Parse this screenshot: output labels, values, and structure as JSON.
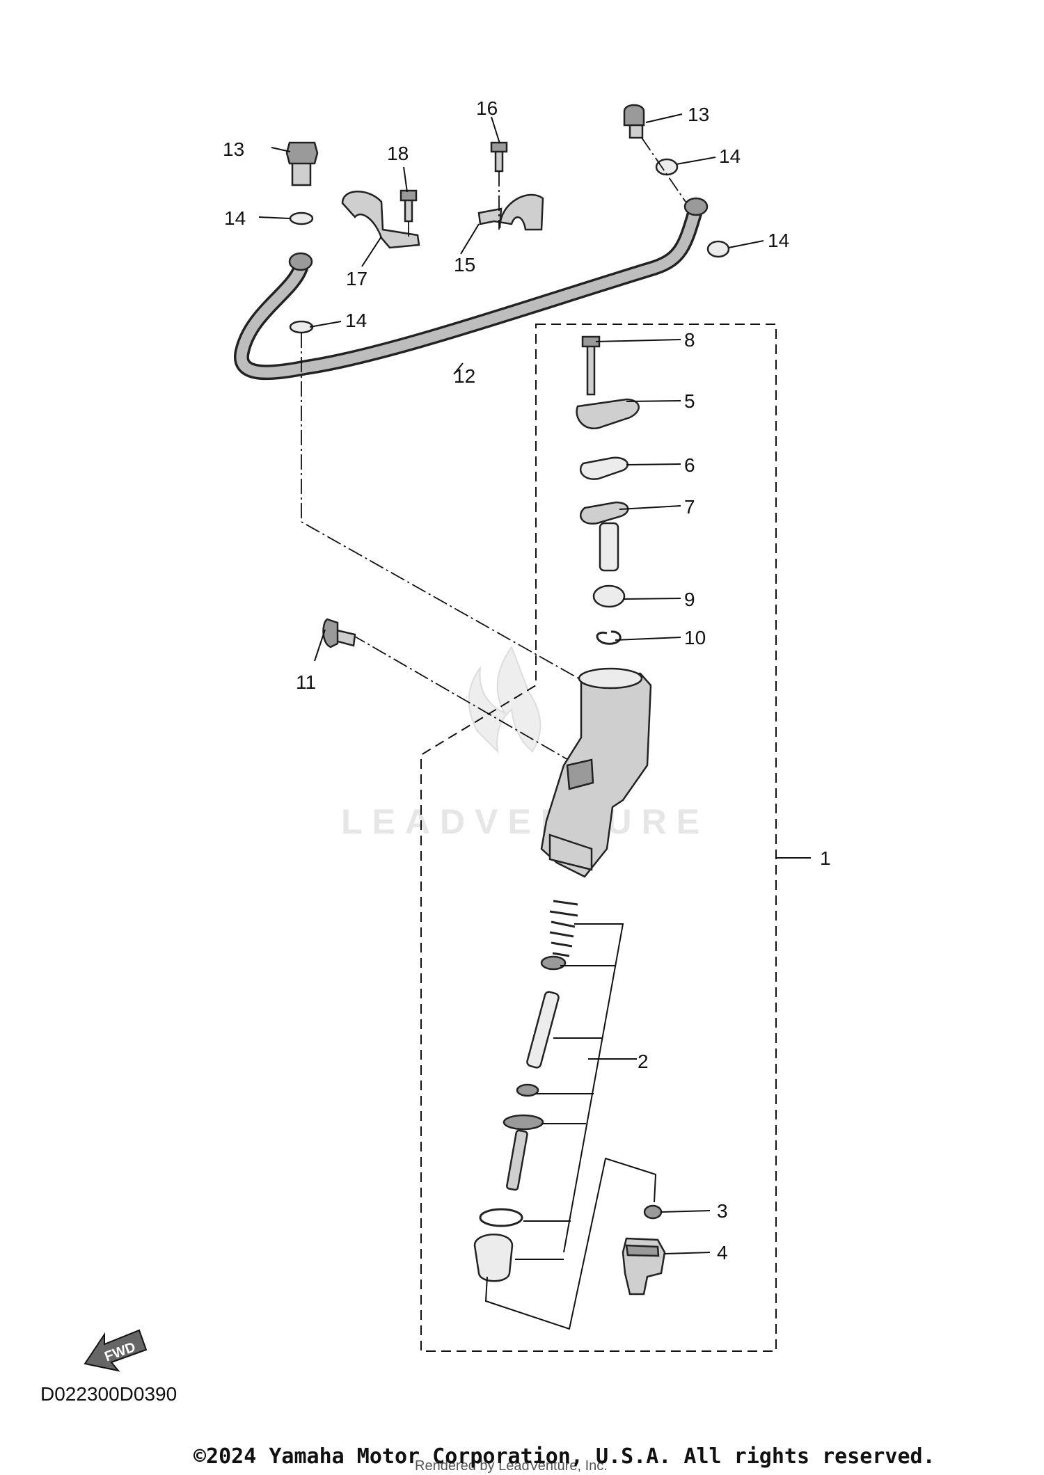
{
  "labels": {
    "l1": "1",
    "l2": "2",
    "l3": "3",
    "l4": "4",
    "l5": "5",
    "l6": "6",
    "l7": "7",
    "l8": "8",
    "l9": "9",
    "l10": "10",
    "l11": "11",
    "l12": "12",
    "l13a": "13",
    "l13b": "13",
    "l14a": "14",
    "l14b": "14",
    "l14c": "14",
    "l14d": "14",
    "l15": "15",
    "l16": "16",
    "l17": "17",
    "l18": "18"
  },
  "fwd_badge": "FWD",
  "watermark": "LEADVENTURE",
  "diagram_code": "D022300D0390",
  "copyright": "©2024 Yamaha Motor Corporation, U.S.A. All rights reserved.",
  "rendered_by": "Rendered by LeadVenture, Inc."
}
